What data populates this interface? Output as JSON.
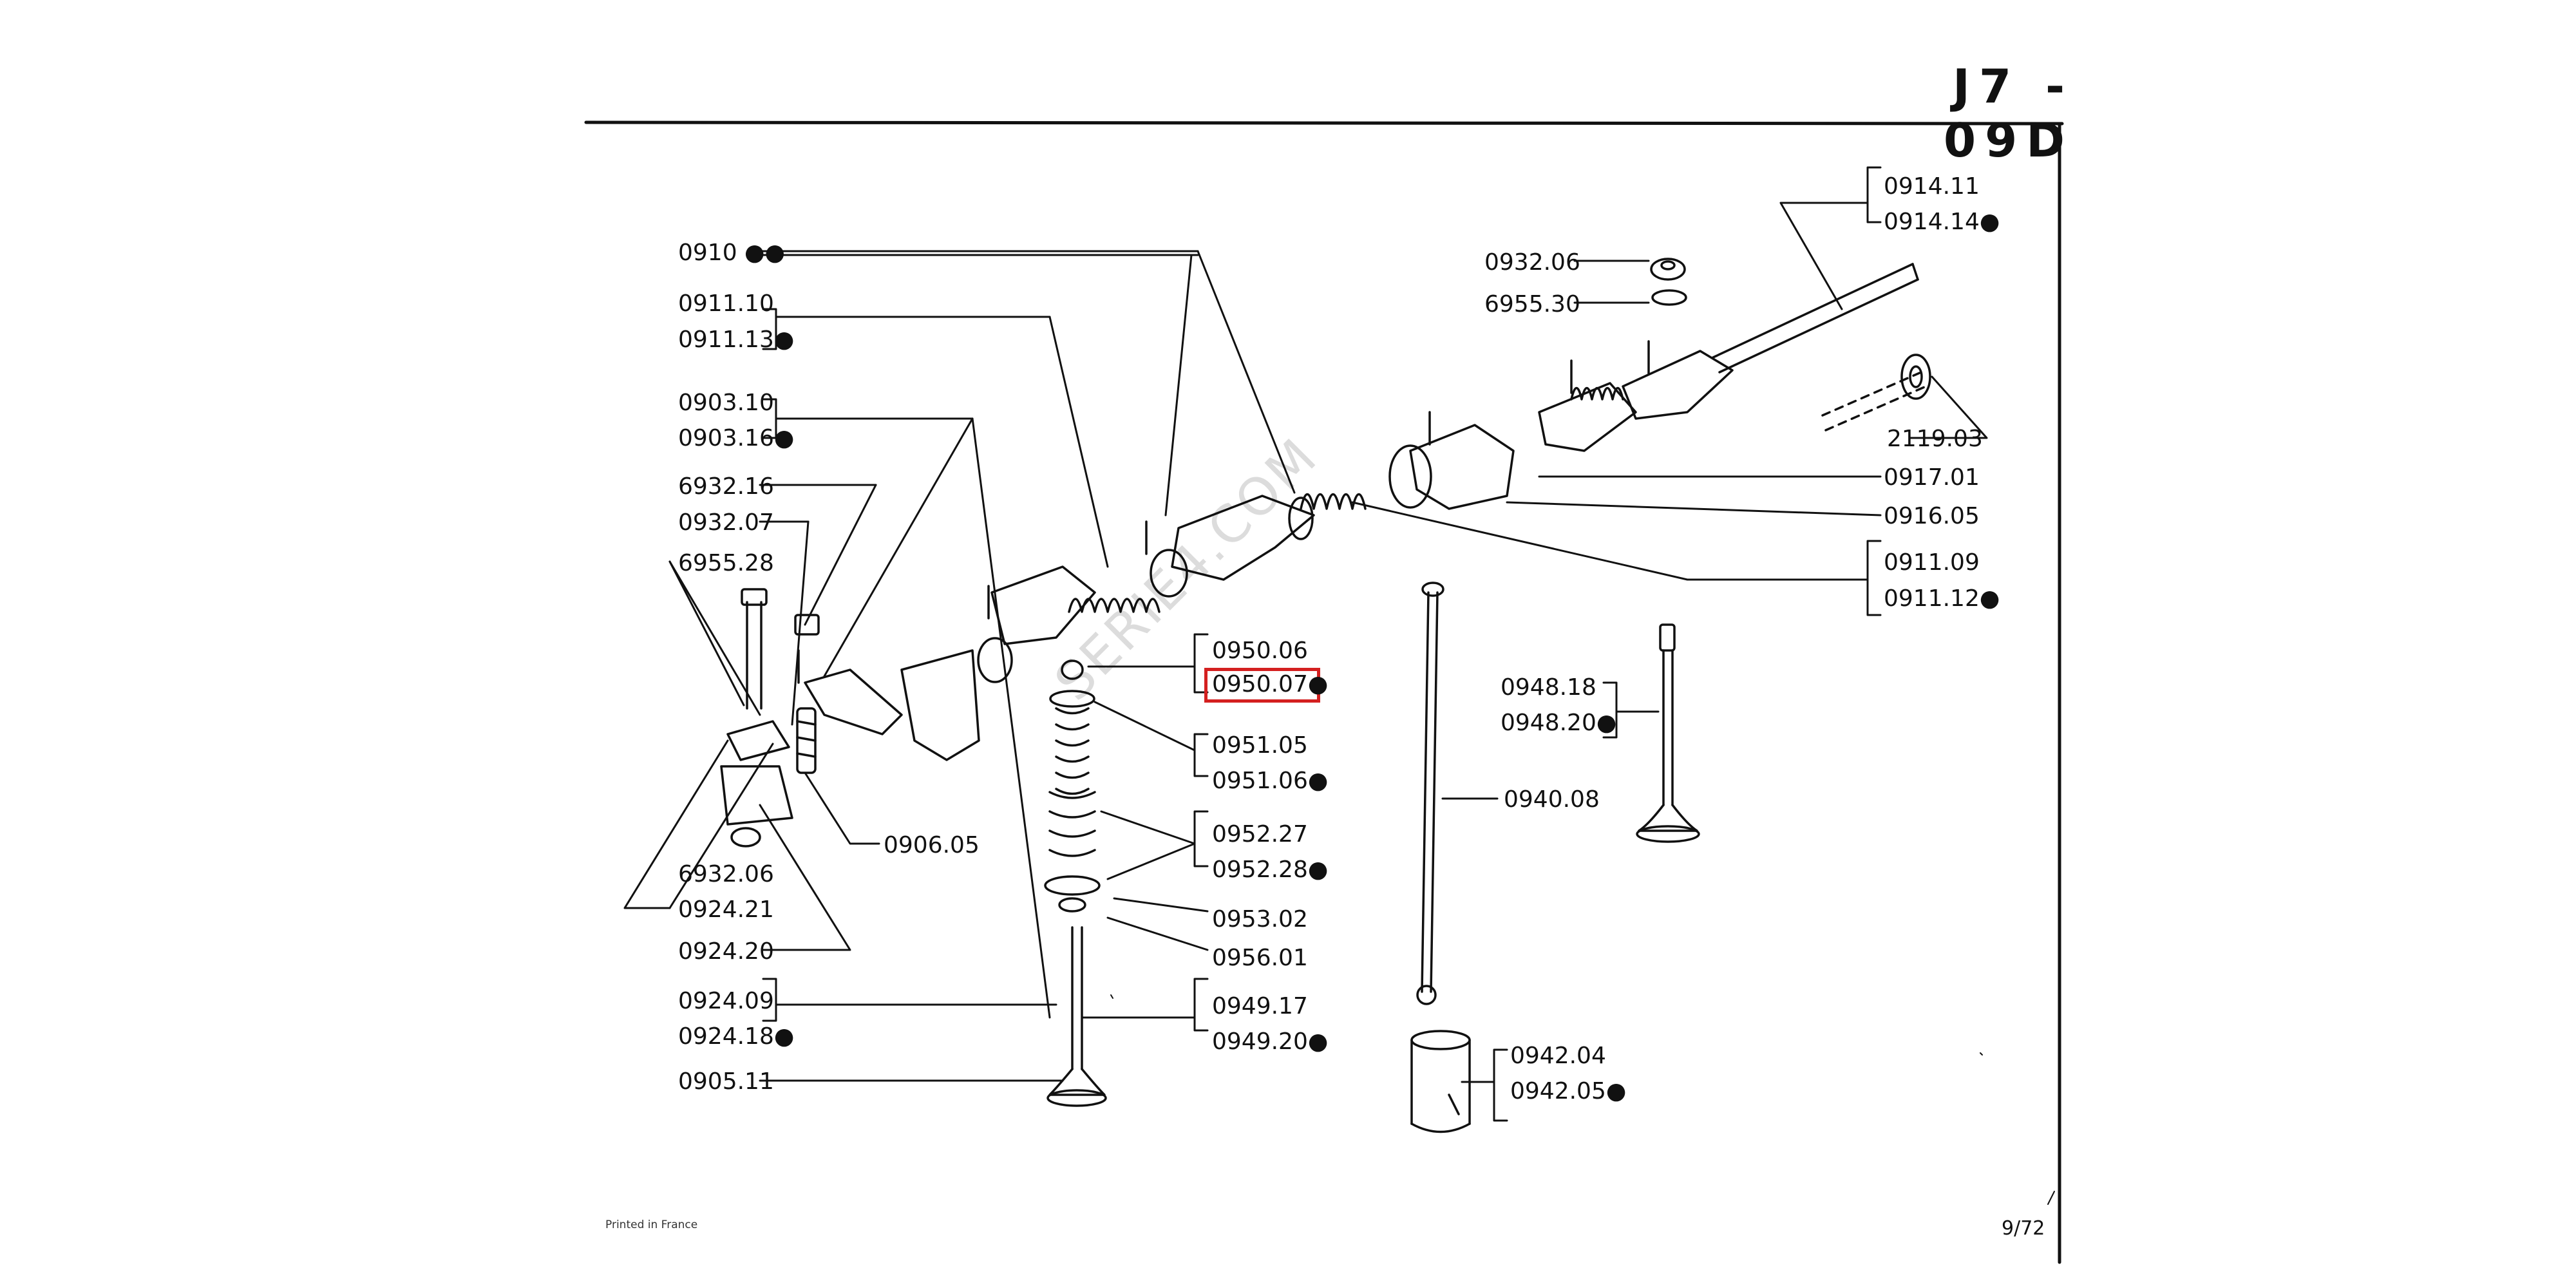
{
  "page": {
    "title": "J7 - 09D",
    "printed_in": "Printed in France",
    "page_number": "9/72",
    "watermark": "SERIE4.COM"
  },
  "labels": {
    "l0910": "0910 ●●",
    "l091110": "0911.10",
    "l091113": "0911.13●",
    "l090310": "0903.10",
    "l090316": "0903.16●",
    "l693216": "6932.16",
    "l093207": "0932.07",
    "l695528": "6955.28",
    "l693206": "6932.06",
    "l092421": "0924.21",
    "l092420": "0924.20",
    "l092409": "0924.09",
    "l092418": "0924.18●",
    "l090511": "0905.11",
    "l090605": "0906.05",
    "l095006": "0950.06",
    "l095007": "0950.07●",
    "l095105": "0951.05",
    "l095106": "0951.06●",
    "l095227": "0952.27",
    "l095228": "0952.28●",
    "l095302": "0953.02",
    "l095601": "0956.01",
    "l094917": "0949.17",
    "l094920": "0949.20●",
    "l094008": "0940.08",
    "l094818": "0948.18",
    "l094820": "0948.20●",
    "l094204": "0942.04",
    "l094205": "0942.05●",
    "l093206": "0932.06",
    "l695530": "6955.30",
    "l091411": "0914.11",
    "l091414": "0914.14●",
    "l211903": "2119.03",
    "l091701": "0917.01",
    "l091605": "0916.05",
    "l091109": "0911.09",
    "l091112": "0911.12●"
  },
  "highlight": {
    "part": "0950.07",
    "color": "#d42020"
  }
}
